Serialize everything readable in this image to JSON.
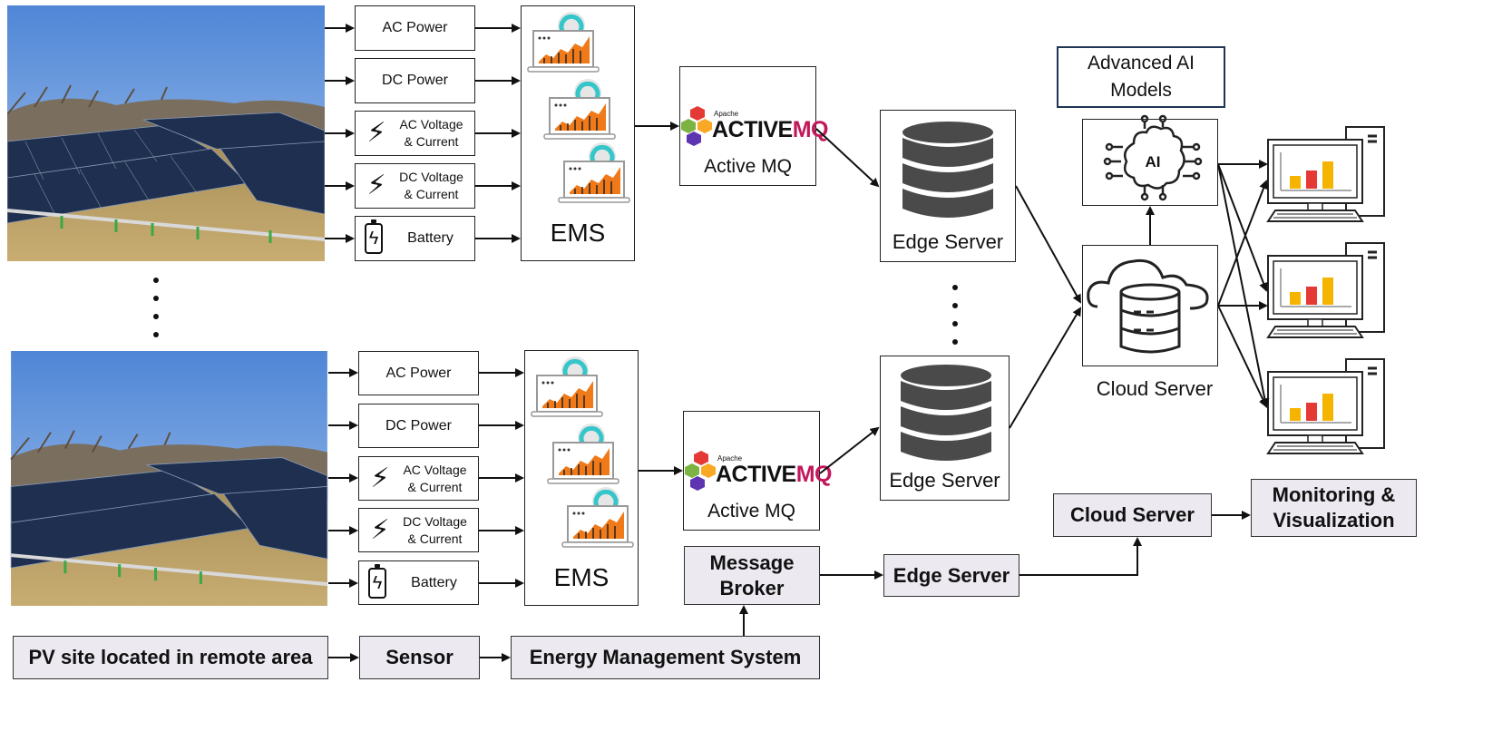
{
  "sites": [
    {
      "sensors": [
        "AC Power",
        "DC Power",
        "AC Voltage\n& Current",
        "DC Voltage\n& Current",
        "Battery"
      ],
      "ems_label": "EMS",
      "broker_label": "Active MQ",
      "broker_logo": {
        "apache": "Apache",
        "active": "ACTIVE",
        "mq": "MQ"
      },
      "edge_label": "Edge Server"
    },
    {
      "sensors": [
        "AC Power",
        "DC Power",
        "AC Voltage\n& Current",
        "DC Voltage\n& Current",
        "Battery"
      ],
      "ems_label": "EMS",
      "broker_label": "Active MQ",
      "broker_logo": {
        "apache": "Apache",
        "active": "ACTIVE",
        "mq": "MQ"
      },
      "edge_label": "Edge Server"
    }
  ],
  "ai_models_label": "Advanced AI\nModels",
  "ai_badge": "AI",
  "cloud_server_label": "Cloud Server",
  "legend": {
    "pv_site": "PV site located in remote area",
    "sensor": "Sensor",
    "ems": "Energy Management System",
    "message_broker": "Message\nBroker",
    "edge_server": "Edge Server",
    "cloud_server": "Cloud Server",
    "monitoring": "Monitoring &\nVisualization"
  },
  "colors": {
    "accent_orange": "#f07a1a",
    "teal": "#35c6c9",
    "db_gray": "#4a4a4a",
    "bar_yellow": "#f4b400",
    "bar_red": "#e53935",
    "legend_fill": "#ece9f1"
  },
  "icons": [
    "solar-farm-photo",
    "lightning-bolt-icon",
    "battery-icon",
    "laptop-dashboard-icon",
    "activemq-logo",
    "database-icon",
    "cloud-database-icon",
    "ai-brain-icon",
    "desktop-monitor-icon"
  ]
}
